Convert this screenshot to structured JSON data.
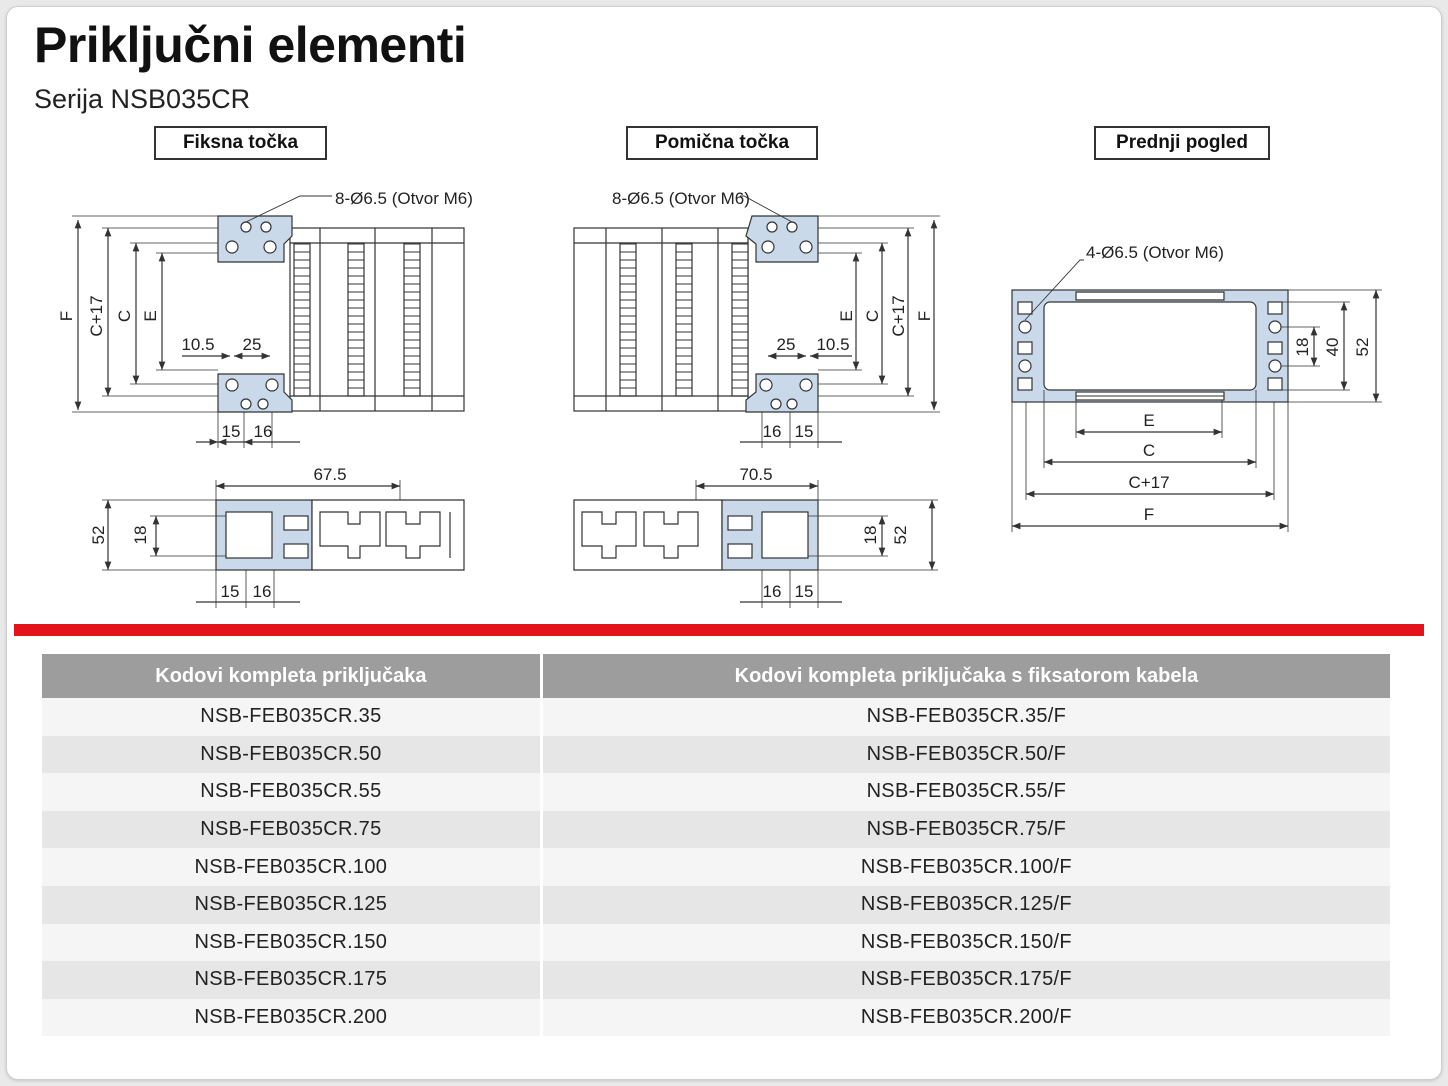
{
  "page": {
    "title": "Priključni elementi",
    "subtitle": "Serija NSB035CR"
  },
  "views": {
    "fixed": "Fiksna točka",
    "moving": "Pomična točka",
    "front": "Prednji pogled"
  },
  "annotations": {
    "holes_side": "8-Ø6.5 (Otvor M6)",
    "holes_front": "4-Ø6.5 (Otvor M6)"
  },
  "dims": {
    "F": "F",
    "C17": "C+17",
    "C": "C",
    "E": "E",
    "d10_5": "10.5",
    "d25": "25",
    "d15": "15",
    "d16": "16",
    "d67_5": "67.5",
    "d70_5": "70.5",
    "d52": "52",
    "d18": "18",
    "d40": "40"
  },
  "colors": {
    "accent_red": "#e3131b",
    "header_gray": "#9d9d9d",
    "bracket_blue": "#c9d9ea",
    "line": "#333333"
  },
  "table": {
    "headers": [
      "Kodovi kompleta priključaka",
      "Kodovi kompleta priključaka s fiksatorom kabela"
    ],
    "rows": [
      [
        "NSB-FEB035CR.35",
        "NSB-FEB035CR.35/F"
      ],
      [
        "NSB-FEB035CR.50",
        "NSB-FEB035CR.50/F"
      ],
      [
        "NSB-FEB035CR.55",
        "NSB-FEB035CR.55/F"
      ],
      [
        "NSB-FEB035CR.75",
        "NSB-FEB035CR.75/F"
      ],
      [
        "NSB-FEB035CR.100",
        "NSB-FEB035CR.100/F"
      ],
      [
        "NSB-FEB035CR.125",
        "NSB-FEB035CR.125/F"
      ],
      [
        "NSB-FEB035CR.150",
        "NSB-FEB035CR.150/F"
      ],
      [
        "NSB-FEB035CR.175",
        "NSB-FEB035CR.175/F"
      ],
      [
        "NSB-FEB035CR.200",
        "NSB-FEB035CR.200/F"
      ]
    ]
  }
}
